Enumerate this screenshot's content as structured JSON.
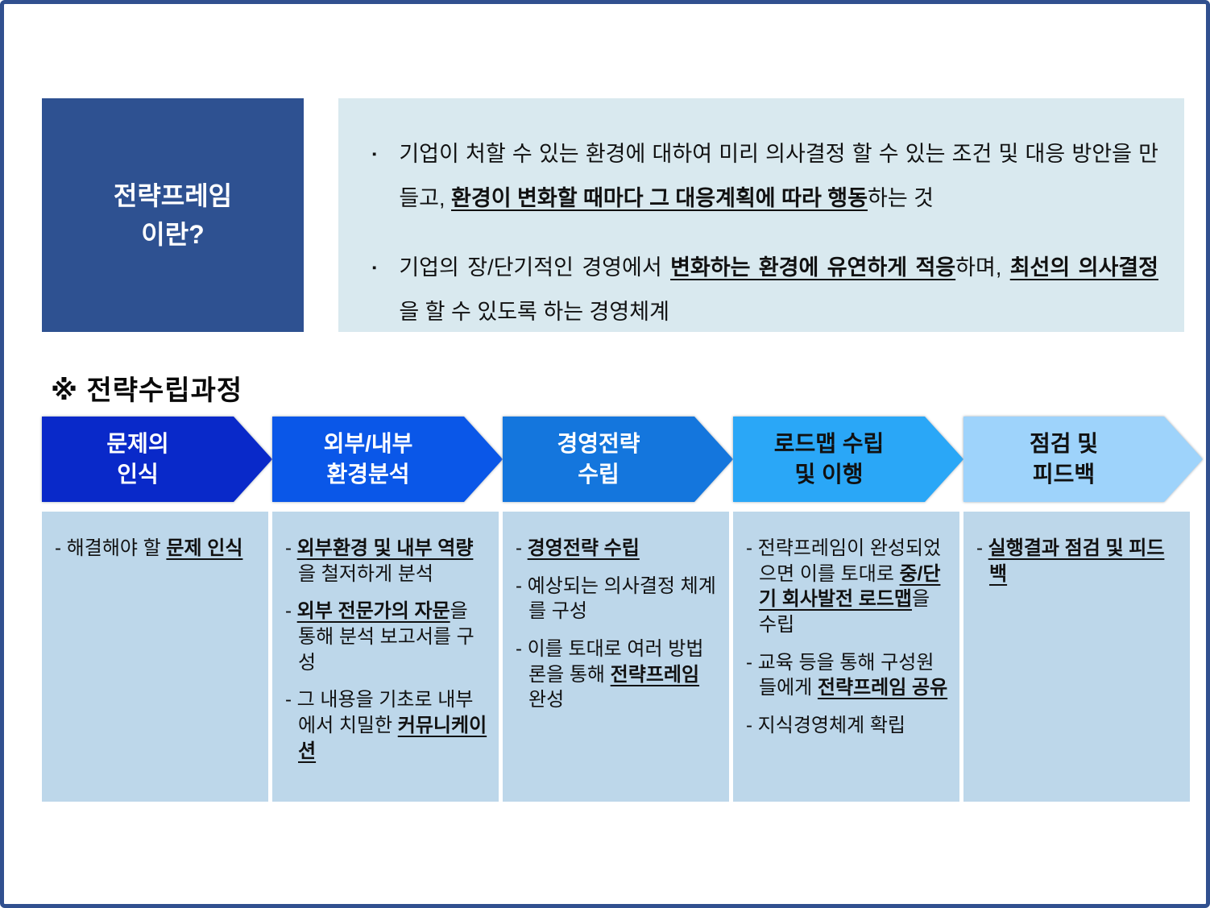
{
  "header": {
    "title": "전략프레임\n이란?"
  },
  "definition": {
    "bullet_marker": "▪",
    "bullets": [
      {
        "segments": [
          {
            "t": "기업이 처할 수 있는 환경에 대하여 미리 의사결정 할 수 있는 조건 및 대응 방안을 만들고, "
          },
          {
            "t": "환경이 변화할 때마다 그 대응계획에 따라 행동",
            "strong": true
          },
          {
            "t": "하는 것"
          }
        ]
      },
      {
        "segments": [
          {
            "t": "기업의 장/단기적인 경영에서 "
          },
          {
            "t": "변화하는 환경에 유연하게 적응",
            "strong": true
          },
          {
            "t": "하며, "
          },
          {
            "t": "최선의 의사결정",
            "strong": true
          },
          {
            "t": "을 할 수 있도록 하는 경영체계"
          }
        ]
      }
    ]
  },
  "section": {
    "heading": "※ 전략수립과정"
  },
  "colors": {
    "frame_border": "#31508f",
    "title_box": "#2e5191",
    "definition_box": "#d9e9ef",
    "detail_box": "#bdd7ea"
  },
  "process": {
    "steps": [
      {
        "label": "문제의\n인식",
        "arrow_color": "#0929c9",
        "label_color": "#ffffff",
        "items": [
          {
            "segments": [
              {
                "t": "해결해야 할 "
              },
              {
                "t": "문제 인식",
                "strong": true
              }
            ]
          }
        ]
      },
      {
        "label": "외부/내부\n환경분석",
        "arrow_color": "#0a57e8",
        "label_color": "#ffffff",
        "items": [
          {
            "segments": [
              {
                "t": "외부환경 및 내부 역량",
                "strong": true
              },
              {
                "t": "을 철저하게 분석"
              }
            ]
          },
          {
            "segments": [
              {
                "t": "외부 전문가의 자문",
                "strong": true
              },
              {
                "t": "을 통해 분석 보고서를 구성"
              }
            ]
          },
          {
            "segments": [
              {
                "t": "그 내용을 기초로 내부에서 치밀한 "
              },
              {
                "t": "커뮤니케이션",
                "strong": true
              }
            ]
          }
        ]
      },
      {
        "label": "경영전략\n수립",
        "arrow_color": "#1476dd",
        "label_color": "#ffffff",
        "items": [
          {
            "segments": [
              {
                "t": "경영전략 수립",
                "strong": true
              }
            ]
          },
          {
            "segments": [
              {
                "t": "예상되는 의사결정 체계를 구성"
              }
            ]
          },
          {
            "segments": [
              {
                "t": "이를 토대로 여러 방법론을 통해 "
              },
              {
                "t": "전략프레임",
                "strong": true
              },
              {
                "t": " 완성"
              }
            ]
          }
        ]
      },
      {
        "label": "로드맵 수립\n및 이행",
        "arrow_color": "#2aa7f7",
        "label_color": "#111111",
        "items": [
          {
            "segments": [
              {
                "t": "전략프레임이 완성되었으면 이를 토대로 "
              },
              {
                "t": "중/단기 회사발전 로드맵",
                "strong": true
              },
              {
                "t": "을 수립"
              }
            ]
          },
          {
            "segments": [
              {
                "t": "교육 등을 통해 구성원들에게 "
              },
              {
                "t": "전략프레임 공유",
                "strong": true
              }
            ]
          },
          {
            "segments": [
              {
                "t": "지식경영체계 확립"
              }
            ]
          }
        ]
      },
      {
        "label": "점검 및\n피드백",
        "arrow_color": "#9ed3fb",
        "label_color": "#111111",
        "items": [
          {
            "segments": [
              {
                "t": "실행결과 점검 및 피드백",
                "strong": true
              }
            ]
          }
        ]
      }
    ]
  }
}
